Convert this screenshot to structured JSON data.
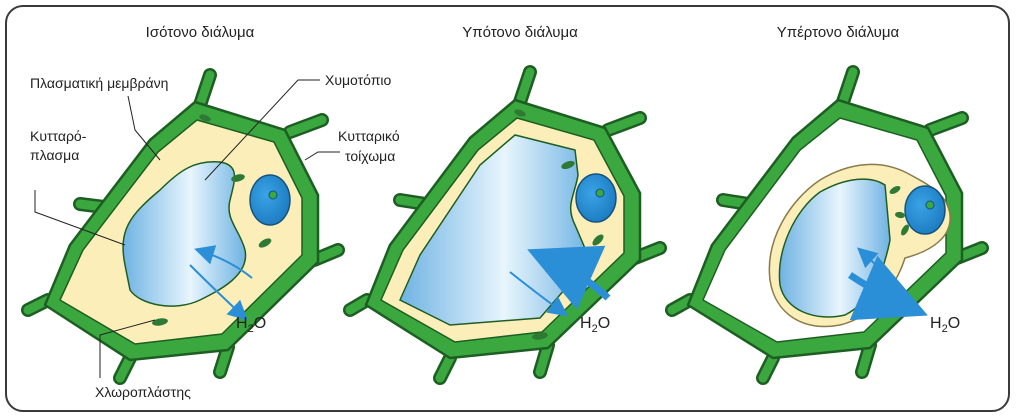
{
  "titles": {
    "isotonic": "Ισότονο διάλυμα",
    "hypotonic": "Υπότονο διάλυμα",
    "hypertonic": "Υπέρτονο διάλυμα"
  },
  "labels": {
    "plasma_membrane": "Πλασματική μεμβράνη",
    "vacuole": "Χυμοτόπιο",
    "cytoplasm_line1": "Κυτταρό-",
    "cytoplasm_line2": "πλασμα",
    "cell_wall_line1": "Κυτταρικό",
    "cell_wall_line2": "τοίχωμα",
    "chloroplast": "Χλωροπλάστης"
  },
  "water": {
    "main": "H",
    "subscript": "2",
    "tail": "O"
  },
  "colors": {
    "wall": "#3aa83f",
    "wall_outline": "#1d5e22",
    "cytoplasm": "#fbeeb8",
    "vacuole": "#8fc6ec",
    "vacuole_highlight": "#e6f4fd",
    "nucleus": "#1d8ad0",
    "chloroplast": "#2e7a35",
    "arrow": "#2a8fd6"
  }
}
